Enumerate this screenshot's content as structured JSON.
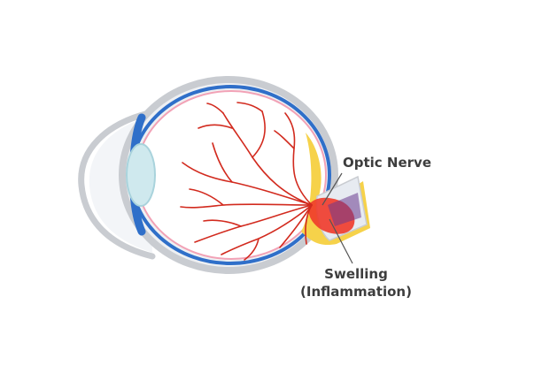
{
  "labels": {
    "optic_nerve": "Optic Nerve",
    "swelling_line1": "Swelling",
    "swelling_line2": "(Inflammation)"
  },
  "colors": {
    "sclera_outline": "#c9ccd1",
    "sclera_fill": "#eef0f3",
    "choroid": "#2f6fc9",
    "retina": "#f2a2b6",
    "vessels": "#d22a1e",
    "lens": "#cfe9ee",
    "nerve_sheath": "#f6d24a",
    "nerve": "#e7ebf1",
    "swelling": "#ef3a2a",
    "leader_line": "#555555",
    "label_text": "#3d3d3d"
  },
  "icons": [
    "eyeball-illustration"
  ]
}
